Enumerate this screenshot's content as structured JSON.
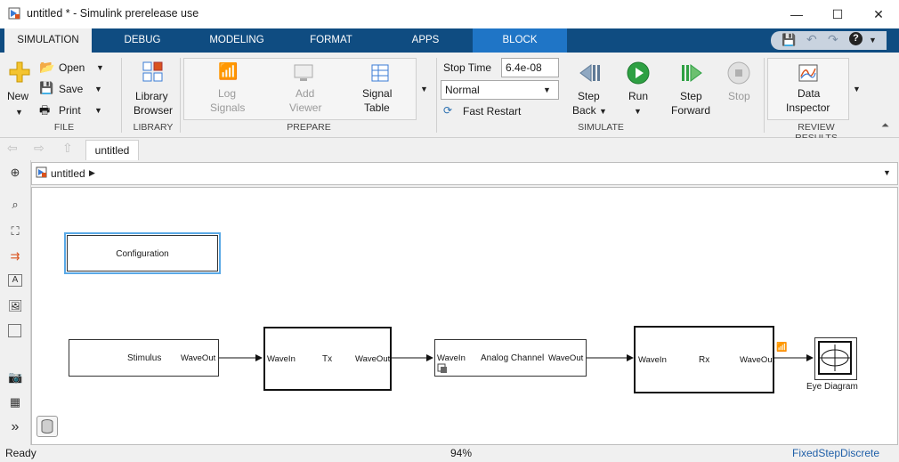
{
  "window": {
    "title": "untitled * - Simulink prerelease use",
    "min": "—",
    "max": "☐",
    "close": "✕"
  },
  "tabs": [
    "SIMULATION",
    "DEBUG",
    "MODELING",
    "FORMAT",
    "APPS",
    "BLOCK"
  ],
  "ribbon": {
    "file": {
      "new": "New",
      "open": "Open",
      "save": "Save",
      "print": "Print",
      "label": "FILE"
    },
    "library": {
      "line1": "Library",
      "line2": "Browser",
      "label": "LIBRARY"
    },
    "prepare": {
      "log1": "Log",
      "log2": "Signals",
      "add1": "Add",
      "add2": "Viewer",
      "sig1": "Signal",
      "sig2": "Table",
      "label": "PREPARE"
    },
    "simulate": {
      "stop_time_label": "Stop Time",
      "stop_time_value": "6.4e-08",
      "mode": "Normal",
      "fast_restart": "Fast Restart",
      "step_back1": "Step",
      "step_back2": "Back",
      "run": "Run",
      "step_fwd1": "Step",
      "step_fwd2": "Forward",
      "stop": "Stop",
      "label": "SIMULATE"
    },
    "review": {
      "line1": "Data",
      "line2": "Inspector",
      "label": "REVIEW RESULTS"
    }
  },
  "doc_tab": "untitled",
  "breadcrumb": "untitled",
  "diagram": {
    "configuration": "Configuration",
    "stimulus": "Stimulus",
    "stimulus_out": "WaveOut",
    "tx": "Tx",
    "tx_in": "WaveIn",
    "tx_out": "WaveOut",
    "channel": "Analog Channel",
    "channel_in": "WaveIn",
    "channel_out": "WaveOut",
    "rx": "Rx",
    "rx_in": "WaveIn",
    "rx_out": "WaveOut",
    "eye": "Eye Diagram"
  },
  "status": {
    "left": "Ready",
    "zoom": "94%",
    "solver": "FixedStepDiscrete"
  },
  "colors": {
    "tabbar": "#0f4c81",
    "block_tab": "#1f75c6",
    "selection": "#5aa9e6",
    "run_green": "#2ea043",
    "link": "#1f5fa8"
  }
}
